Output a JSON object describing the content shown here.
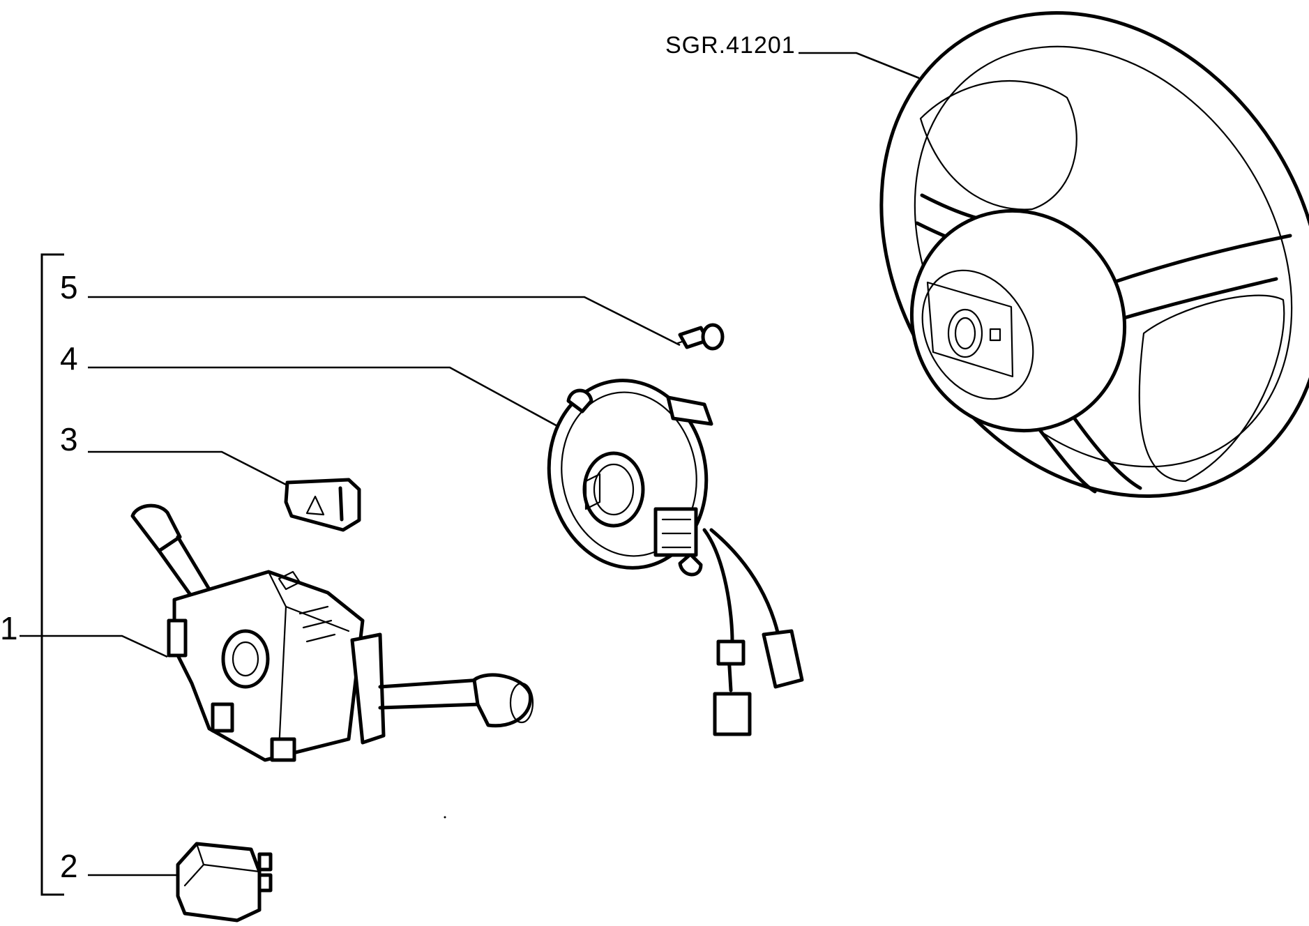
{
  "reference_label": "SGR.41201",
  "callouts": [
    {
      "id": "part-5",
      "label": "5"
    },
    {
      "id": "part-4",
      "label": "4"
    },
    {
      "id": "part-3",
      "label": "3"
    },
    {
      "id": "part-1",
      "label": "1"
    },
    {
      "id": "part-2",
      "label": "2"
    }
  ]
}
